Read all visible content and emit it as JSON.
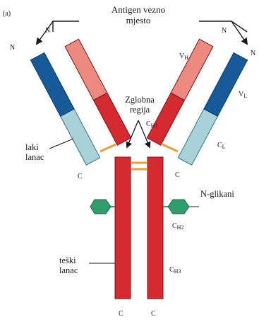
{
  "figure": {
    "panel_letter": "(a)",
    "antigen_site": {
      "line1": "Antigen vezno",
      "line2": "mjesto"
    },
    "hinge": {
      "line1": "Zglobna",
      "line2": "regija"
    },
    "light_chain": {
      "line1": "laki",
      "line2": "lanac"
    },
    "heavy_chain": {
      "line1": "teški",
      "line2": "lanac"
    },
    "glycans": "N-glikani",
    "terminals": {
      "n": "N",
      "c": "C"
    },
    "domains": {
      "vh": "V",
      "vh_sub": "H",
      "vl": "V",
      "vl_sub": "L",
      "ch1": "C",
      "ch1_sub": "H1",
      "cl": "C",
      "cl_sub": "L",
      "ch2": "C",
      "ch2_sub": "H2",
      "ch3": "C",
      "ch3_sub": "H3"
    },
    "colors": {
      "heavy_constant": "#d42a30",
      "heavy_variable": "#ec8a80",
      "light_variable": "#175a9a",
      "light_constant": "#a8d2d8",
      "glycan": "#2f9e6a",
      "disulfide": "#f09a3c",
      "outline": "#7a1418"
    }
  }
}
